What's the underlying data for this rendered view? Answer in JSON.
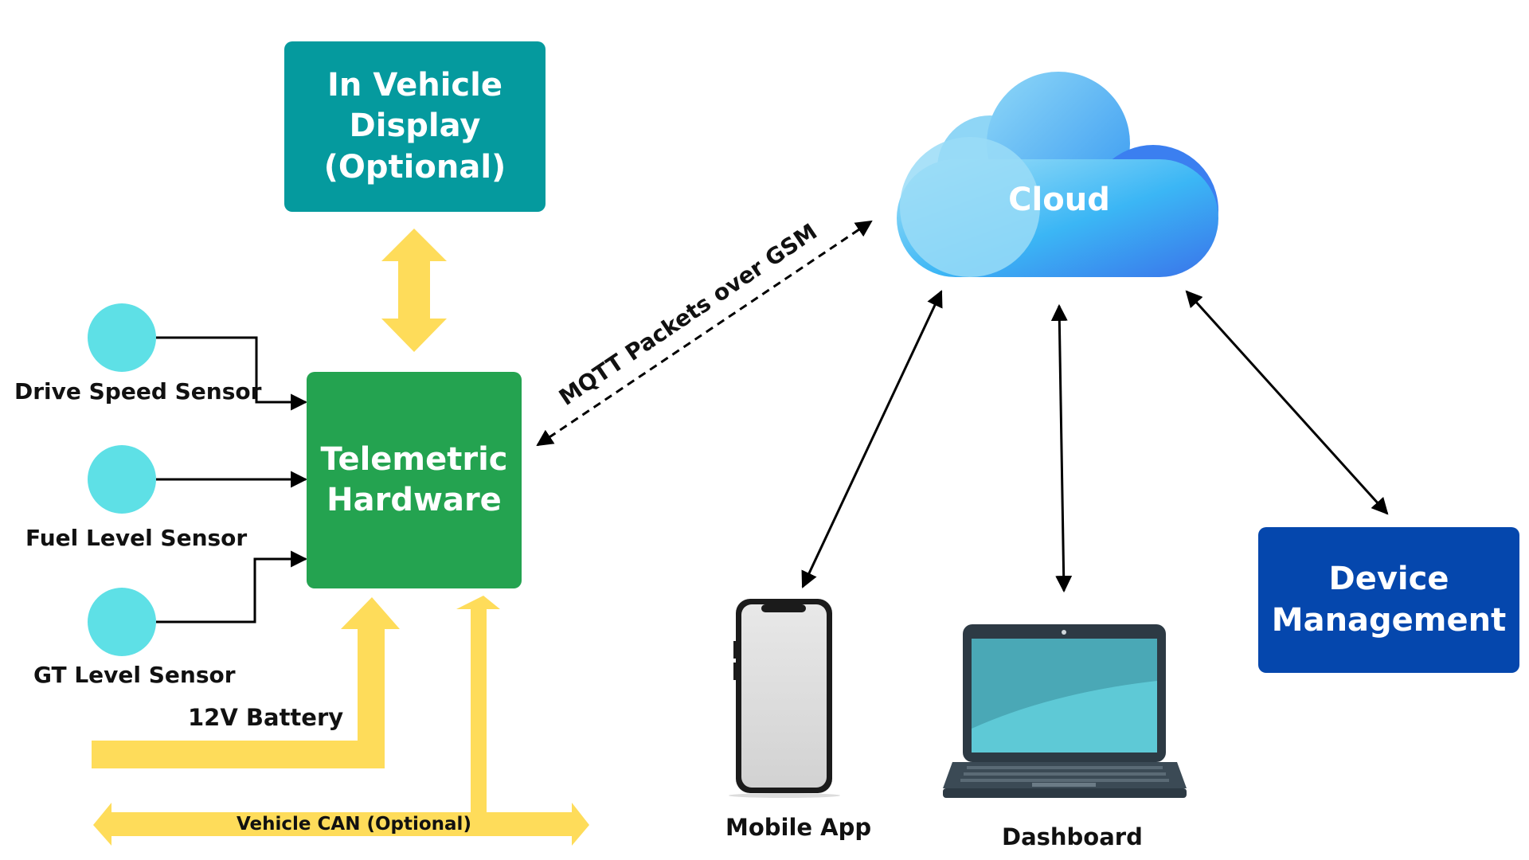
{
  "boxes": {
    "display": "In Vehicle\nDisplay\n(Optional)",
    "telemetric": "Telemetric\nHardware",
    "device": "Device\nManagement",
    "cloud": "Cloud"
  },
  "sensors": [
    "Drive Speed Sensor",
    "Fuel Level Sensor",
    "GT Level Sensor"
  ],
  "labels": {
    "battery": "12V Battery",
    "can": "Vehicle CAN (Optional)",
    "mqtt": "MQTT Packets over GSM",
    "mobile": "Mobile App",
    "dashboard": "Dashboard"
  },
  "colors": {
    "display": "#059a9e",
    "telemetric": "#24a350",
    "device": "#0547ad",
    "sensor": "#5ee0e6",
    "bus": "#fedc5a",
    "cloud_light": "#9fdcf7",
    "cloud_dark": "#3a86ee"
  },
  "icons": {
    "mobile": "smartphone-icon",
    "dashboard": "laptop-icon",
    "cloud": "cloud-icon"
  }
}
